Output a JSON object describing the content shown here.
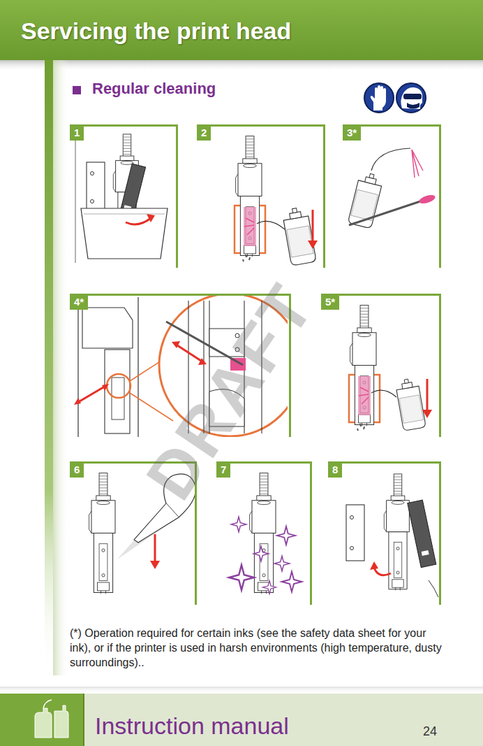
{
  "diagram": {
    "title": "Servicing the print head",
    "caption": "(*) Operation required for certain inks (see the safety data sheet for your ink), or if the printer is used in harsh environments (high temperature, dusty surroundings)..",
    "nodes": [
      {
        "text": [
          "1"
        ]
      },
      {
        "text": [
          "2"
        ]
      },
      {
        "text": [
          "3*"
        ]
      },
      {
        "text": [
          "4*"
        ]
      },
      {
        "text": [
          "5*"
        ]
      },
      {
        "text": [
          "6"
        ]
      },
      {
        "text": [
          "7"
        ]
      },
      {
        "text": [
          "8"
        ]
      }
    ],
    "labels": [
      "Regular cleaning",
      "DRAFT",
      "Instruction manual",
      "24"
    ]
  }
}
